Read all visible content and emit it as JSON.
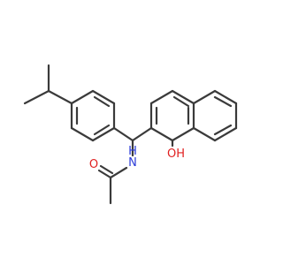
{
  "colors": {
    "bond": "#3a3a3a",
    "nitrogen": "#2a3bd8",
    "oxygen": "#e01f1f",
    "background": "#ffffff"
  },
  "atom_labels": {
    "nitrogen": "N",
    "amide_hydrogen": "H",
    "hydroxyl": "OH"
  }
}
